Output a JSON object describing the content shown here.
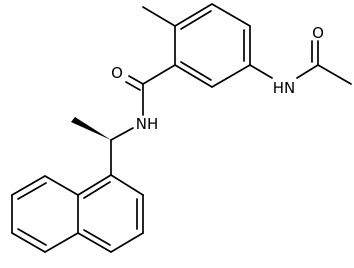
{
  "structure": {
    "atom_labels": {
      "carbonyl_oxygen_amide": "O",
      "amide_nitrogen": "NH",
      "carbonyl_oxygen_acetamide": "O",
      "acetamide_nitrogen": "HN"
    },
    "colors": {
      "bond": "#000000",
      "label": "#000000",
      "background": "#ffffff"
    }
  }
}
